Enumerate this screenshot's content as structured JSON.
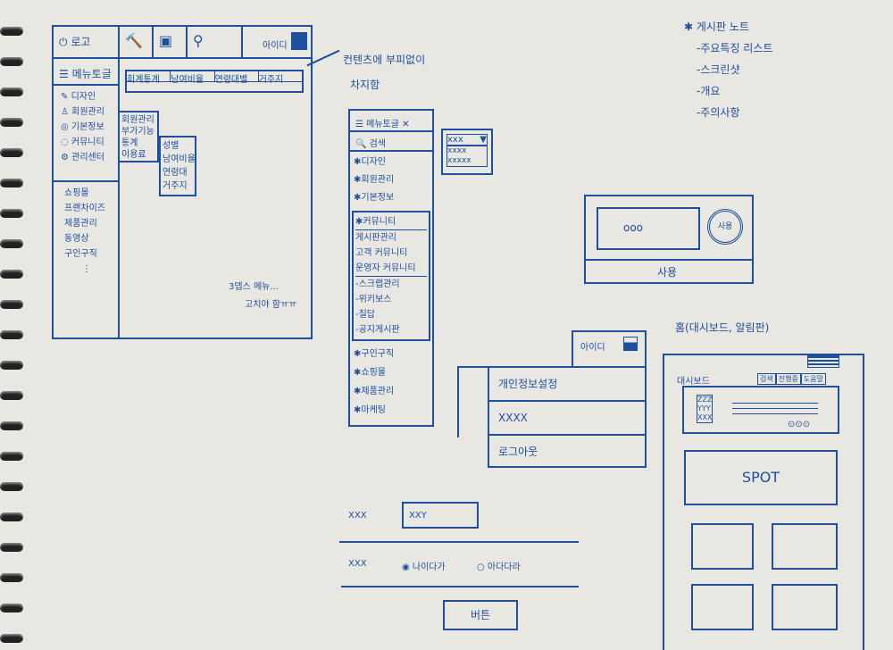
{
  "sketch_main": {
    "logo": "로고",
    "user_id": "아이디",
    "menu_toggle": "메뉴토글",
    "tabs": [
      "회계통계",
      "남여비율",
      "연령대별",
      "거주지"
    ],
    "side_items": [
      "디자인",
      "회원관리",
      "기본정보",
      "커뮤니티",
      "관리센터"
    ],
    "submenu": [
      "회원관리",
      "부가기능",
      "통계",
      "이용료"
    ],
    "subsubmenu": [
      "성별",
      "남여비율",
      "연령대",
      "거주지"
    ],
    "lower_items": [
      "쇼핑몰",
      "프랜차이즈",
      "제품관리",
      "동영상",
      "구인구직",
      "⋮"
    ],
    "note_line1": "3뎁스 메뉴...",
    "note_line2": "고치야 함ㅠㅠ"
  },
  "annotation": {
    "line1": "컨텐츠에 부피없이",
    "line2": "차지함"
  },
  "sketch_menu": {
    "toggle": "메뉴토글",
    "search": "검색",
    "items_top": [
      "디자인",
      "회원관리",
      "기본정보"
    ],
    "community": "커뮤니티",
    "community_items": [
      "게시판관리",
      "고객 커뮤니티",
      "운영자 커뮤니티"
    ],
    "sub_items": [
      "-스크랩관리",
      "-위키보스",
      "-질답",
      "-공지게시판"
    ],
    "items_bottom": [
      "구인구직",
      "쇼핑몰",
      "제품관리",
      "마케팅"
    ],
    "dropdown": {
      "value": "xxx",
      "options": [
        "xxxx",
        "xxxxx"
      ]
    }
  },
  "notes": {
    "title": "게시판 노트",
    "items": [
      "-주요특징 리스트",
      "-스크린샷",
      "-개요",
      "-주의사항"
    ]
  },
  "card": {
    "value": "ooo",
    "button": "사용",
    "avatar": "사용"
  },
  "user_menu": {
    "user_id": "아이디",
    "items": [
      "개인정보설정",
      "XXXX",
      "로그아웃"
    ]
  },
  "form": {
    "label1": "XXX",
    "input_value": "XXY",
    "label2": "XXX",
    "radio1": "나이다가",
    "radio2": "아다다라",
    "button": "버튼"
  },
  "home": {
    "title": "홈(대시보드, 알림판)",
    "dashboard": "대시보드",
    "tabs": [
      "검색",
      "진행중",
      "도움말"
    ],
    "tiles": [
      "ZZZ",
      "YYY",
      "XXX"
    ],
    "spot": "SPOT"
  }
}
